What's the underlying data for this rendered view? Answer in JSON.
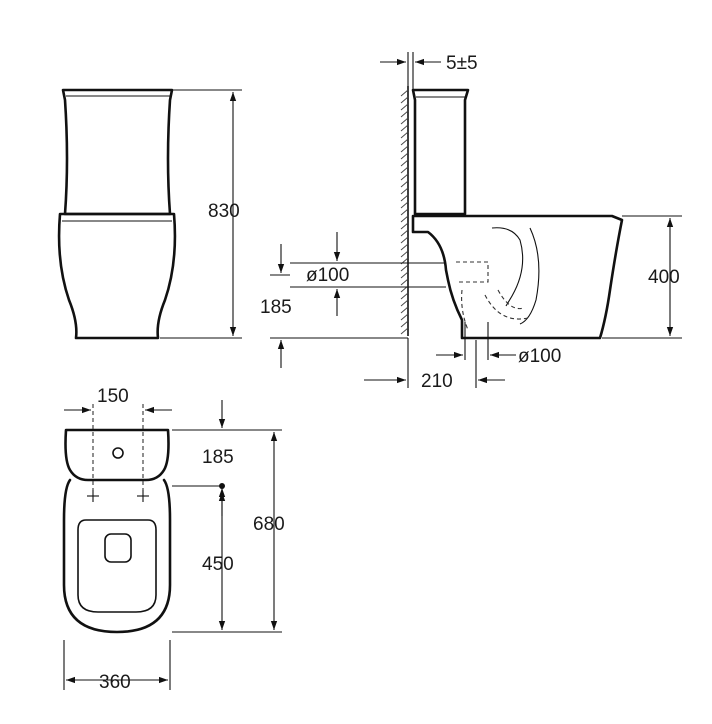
{
  "dimensions": {
    "front_height": "830",
    "side_offset": "5±5",
    "inlet_diameter": "ø100",
    "inlet_height": "185",
    "pan_height": "400",
    "outlet_diameter": "ø100",
    "outlet_distance": "210",
    "hole_spacing": "150",
    "cistern_depth": "185",
    "total_depth": "680",
    "seat_length": "450",
    "width": "360"
  },
  "colors": {
    "line": "#111111",
    "background": "#ffffff"
  }
}
